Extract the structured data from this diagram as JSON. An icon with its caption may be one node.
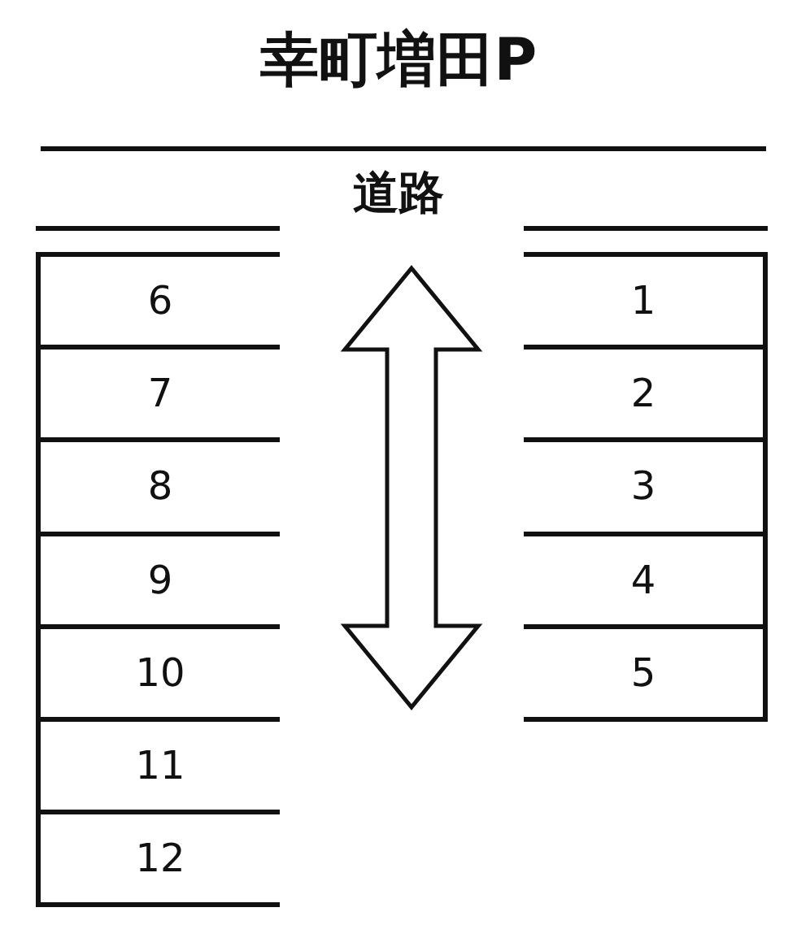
{
  "diagram": {
    "title": "幸町増田P",
    "nodes": [
      {
        "text": [
          "6"
        ]
      },
      {
        "text": [
          "1"
        ]
      },
      {
        "text": [
          "7"
        ]
      },
      {
        "text": [
          "2"
        ]
      },
      {
        "text": [
          "8"
        ]
      },
      {
        "text": [
          "3"
        ]
      },
      {
        "text": [
          "9"
        ]
      },
      {
        "text": [
          "4"
        ]
      },
      {
        "text": [
          "10"
        ]
      },
      {
        "text": [
          "5"
        ]
      },
      {
        "text": [
          "11"
        ]
      },
      {
        "text": [
          "12"
        ]
      }
    ],
    "labels": [
      "道路"
    ]
  }
}
